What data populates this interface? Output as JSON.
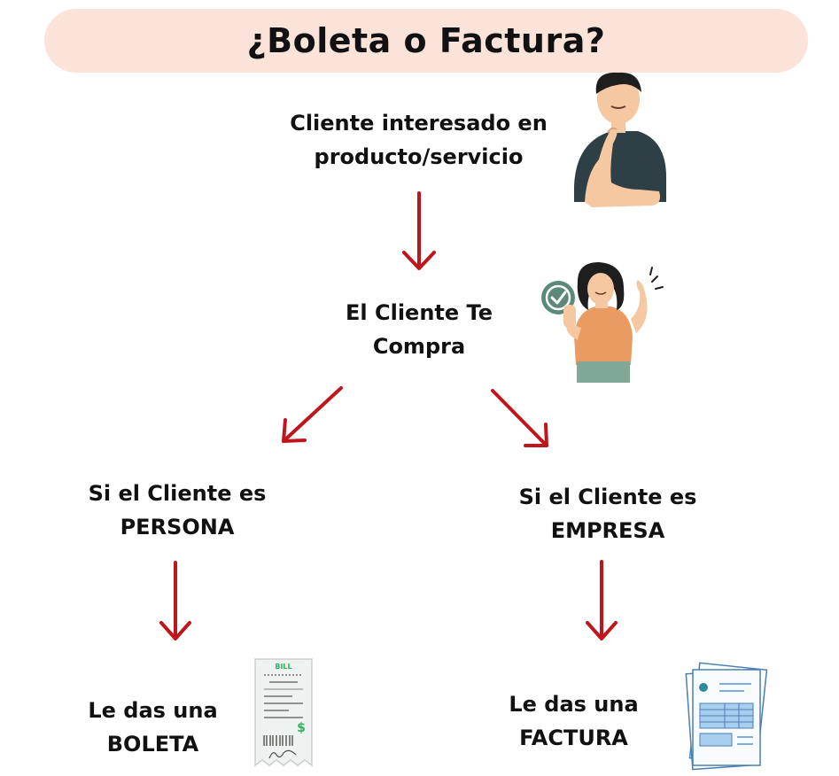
{
  "title": "¿Boleta o Factura?",
  "nodes": {
    "start": {
      "line1": "Cliente interesado en",
      "line2": "producto/servicio"
    },
    "purchase": {
      "line1": "El Cliente Te",
      "line2": "Compra"
    },
    "persona": {
      "line1": "Si el Cliente es",
      "line2": "PERSONA"
    },
    "empresa": {
      "line1": "Si el Cliente es",
      "line2": "EMPRESA"
    },
    "boleta": {
      "line1": "Le das una",
      "line2": "BOLETA"
    },
    "factura": {
      "line1": "Le das una",
      "line2": "FACTURA"
    }
  },
  "illustrations": {
    "receipt_header": "BILL",
    "receipt_symbol": "$"
  },
  "colors": {
    "banner": "#fbe3da",
    "arrow": "#c0161b",
    "text": "#111111"
  },
  "icons": [
    "thinking-man-icon",
    "approving-woman-icon",
    "receipt-bill-icon",
    "invoice-documents-icon"
  ]
}
